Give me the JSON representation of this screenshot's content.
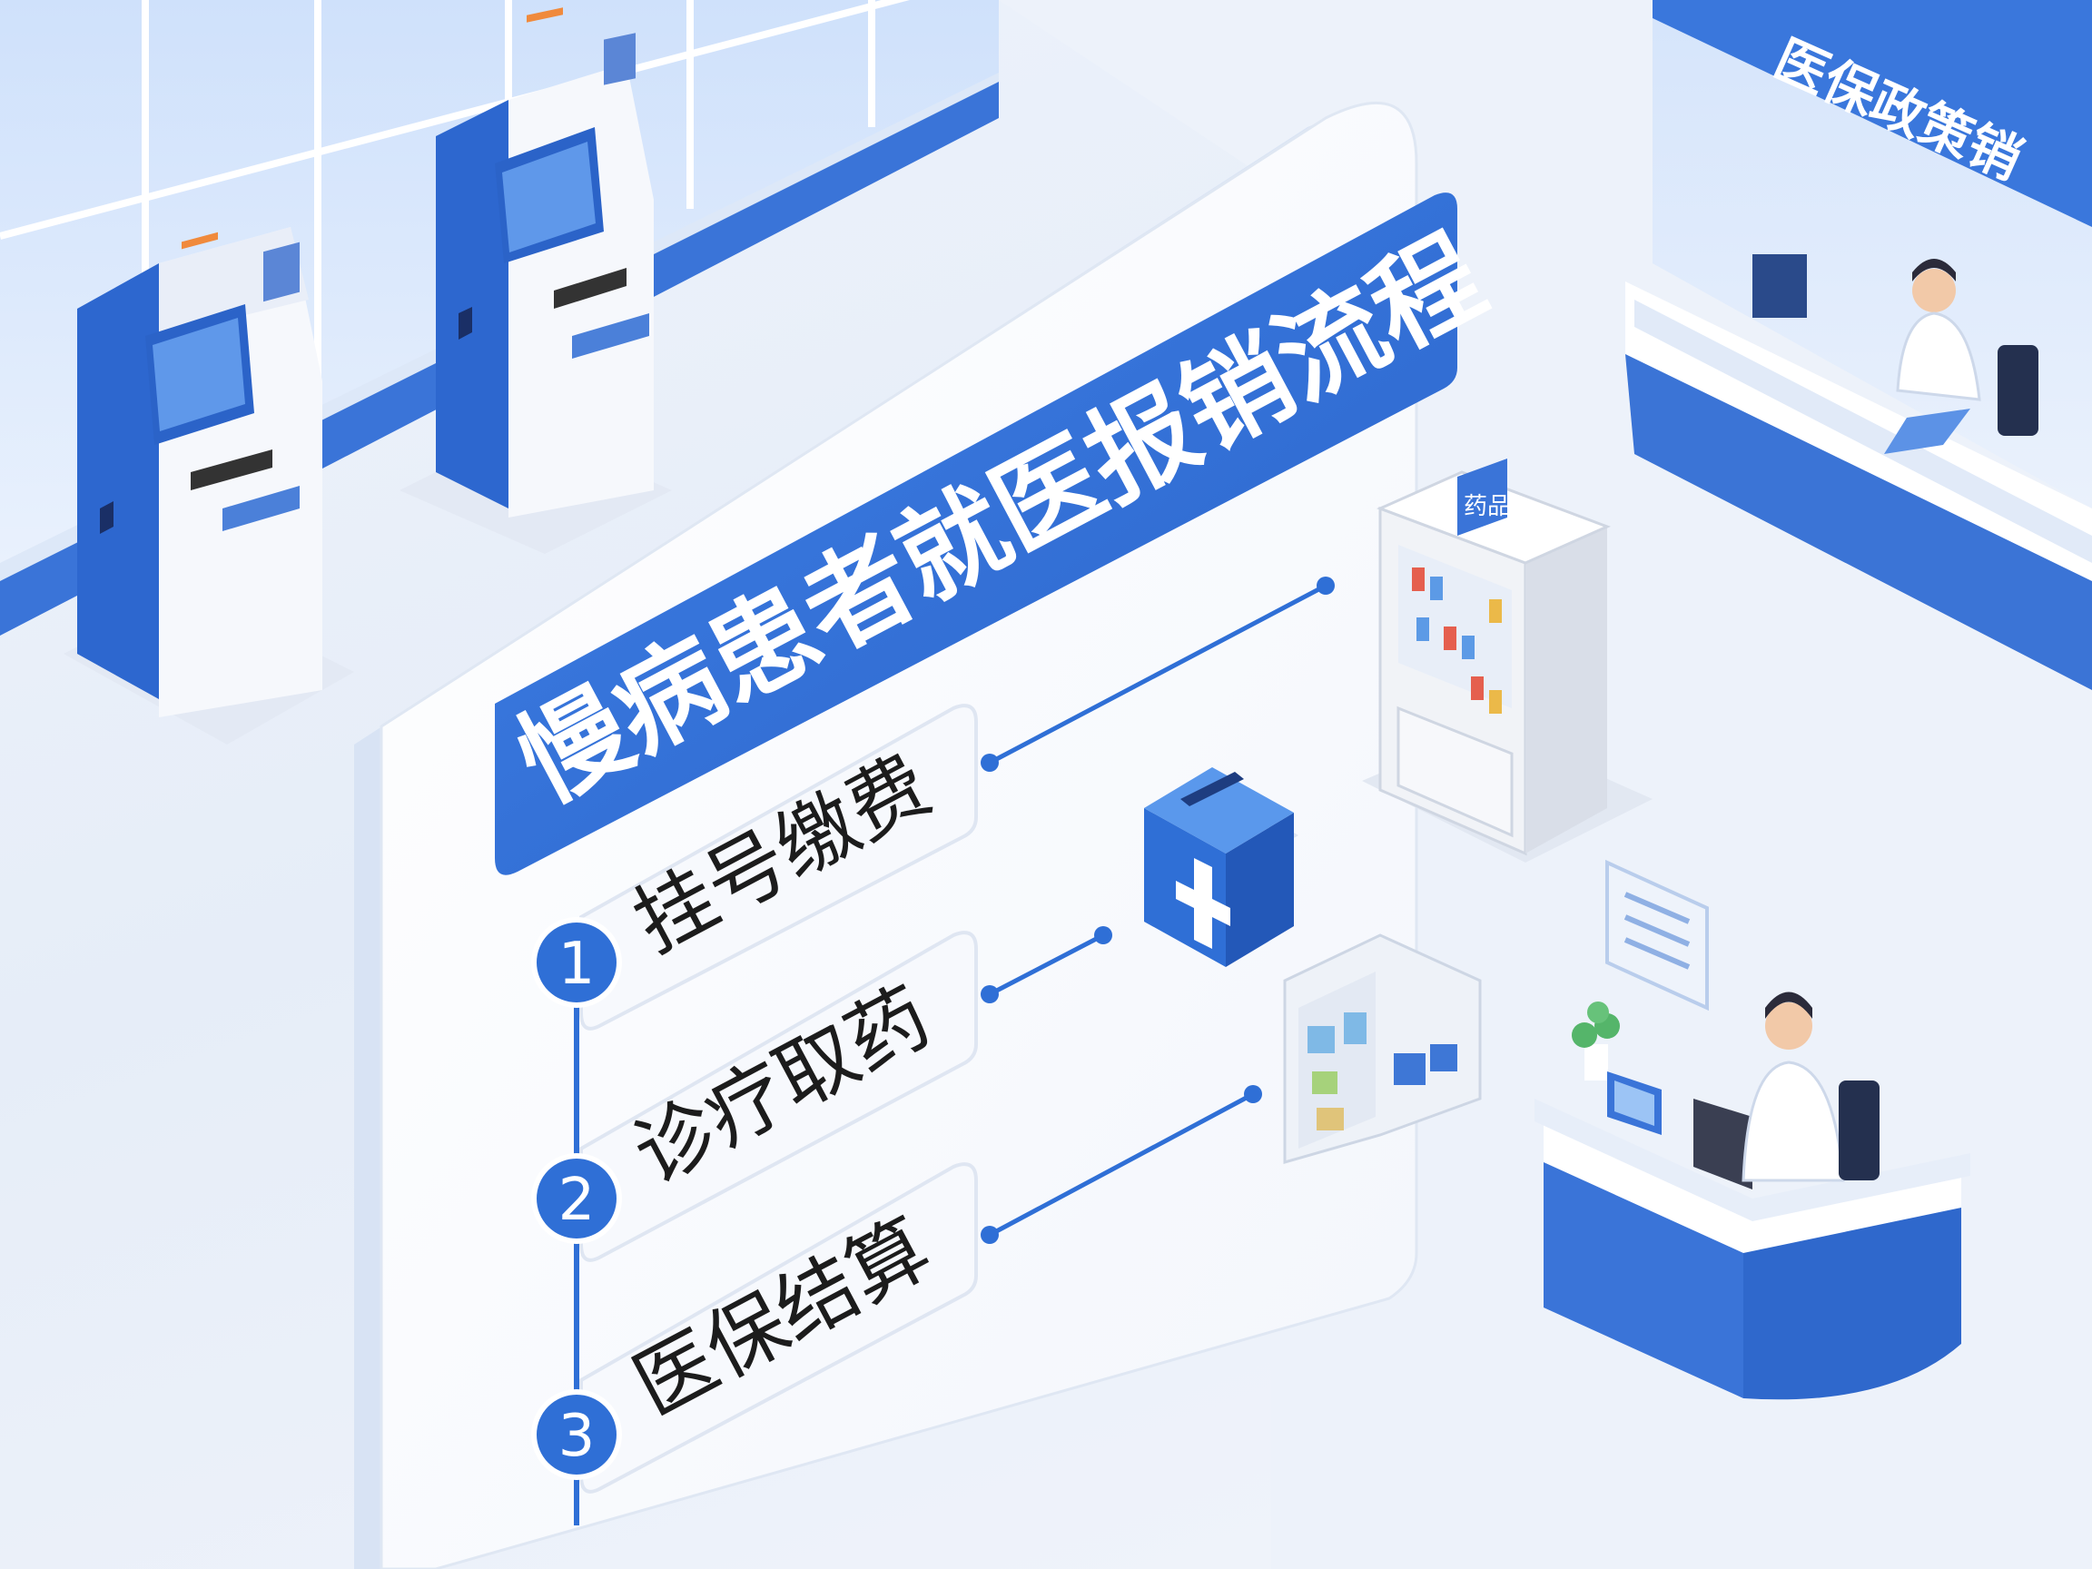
{
  "title": "慢病患者就医报销流程",
  "steps": [
    {
      "number": "1",
      "label": "挂号缴费"
    },
    {
      "number": "2",
      "label": "诊疗取药"
    },
    {
      "number": "3",
      "label": "医保结算"
    }
  ],
  "policy_sign": "医保政策销",
  "shelf_sign": "药品",
  "colors": {
    "primary_blue": "#2f6fd6",
    "light_blue": "#8fb6ef",
    "panel_white": "#ffffff",
    "background": "#eaf0f9",
    "text_dark": "#1c1c1c"
  },
  "icons": [
    "kiosk-icon",
    "pharmacy-shelf-icon",
    "first-aid-box-icon",
    "document-icon",
    "plant-icon",
    "monitor-icon",
    "person-icon"
  ]
}
